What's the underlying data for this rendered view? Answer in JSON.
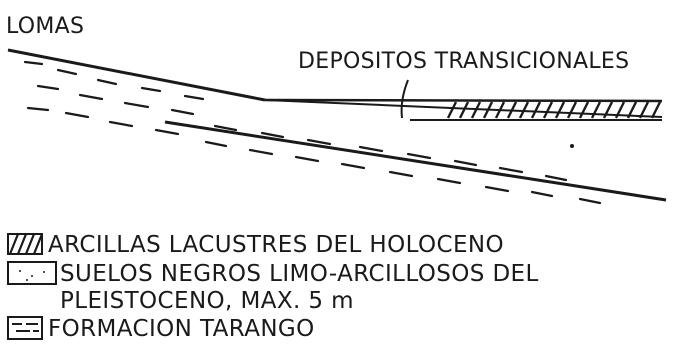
{
  "title_label": "LOMAS",
  "transitional_label": "DEPOSITOS TRANSICIONALES",
  "legend": {
    "items": [
      {
        "symbol": "hatched",
        "lines": [
          "ARCILLAS LACUSTRES DEL HOLOCENO"
        ]
      },
      {
        "symbol": "dotted",
        "lines": [
          "SUELOS NEGROS LIMO-ARCILLOSOS DEL",
          "PLEISTOCENO, MAX. 5 m"
        ]
      },
      {
        "symbol": "dashed",
        "lines": [
          "FORMACION TARANGO"
        ]
      }
    ]
  },
  "colors": {
    "ink": "#1a1a1a",
    "background": "#ffffff"
  }
}
